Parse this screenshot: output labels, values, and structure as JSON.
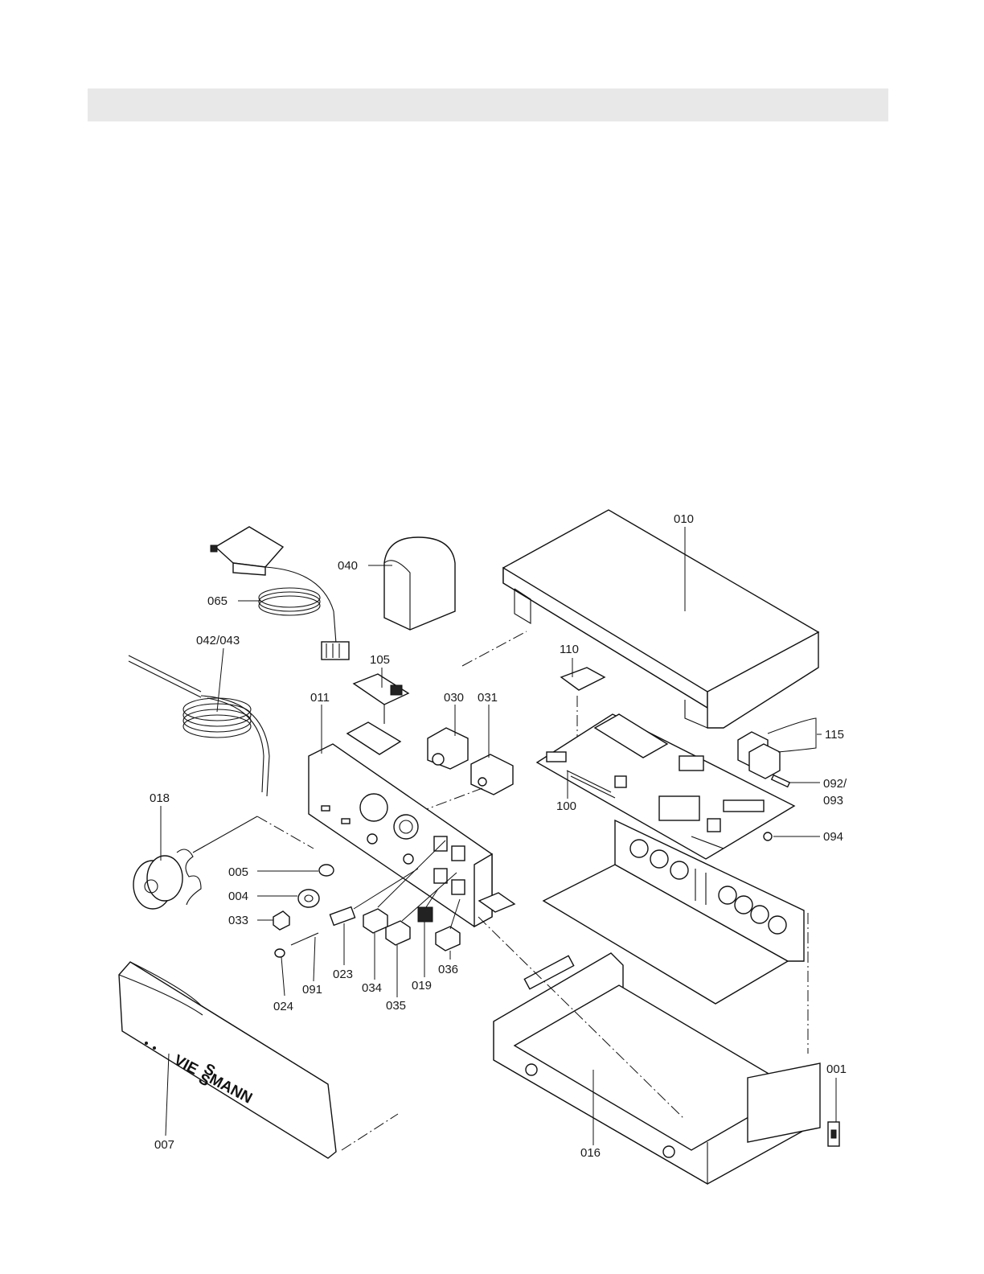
{
  "labels": {
    "p001": "001",
    "p004": "004",
    "p005": "005",
    "p007": "007",
    "p010": "010",
    "p011": "011",
    "p016": "016",
    "p018": "018",
    "p019": "019",
    "p023": "023",
    "p024": "024",
    "p030": "030",
    "p031": "031",
    "p033": "033",
    "p034": "034",
    "p035": "035",
    "p036": "036",
    "p040": "040",
    "p042_043": "042/043",
    "p065": "065",
    "p091": "091",
    "p092_a": "092/",
    "p092_b": "093",
    "p094": "094",
    "p100": "100",
    "p105": "105",
    "p110": "110",
    "p115": "115"
  },
  "brand": {
    "logo_a": "VIE",
    "logo_b": "MANN"
  }
}
